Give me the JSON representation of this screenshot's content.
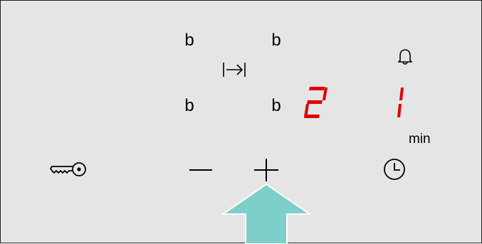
{
  "cooktop_panel": {
    "zone_labels": [
      "b",
      "b",
      "b",
      "b"
    ],
    "power_level_display": "2",
    "timer_display": "1",
    "timer_unit": "min",
    "display_color": "#e00000",
    "pointer_color": "#7ecfca",
    "icons": [
      "zone-link-icon",
      "bell-icon",
      "key-lock-icon",
      "minus-icon",
      "plus-icon",
      "clock-icon",
      "arrow-pointer"
    ],
    "highlighted_control": "plus-button"
  }
}
